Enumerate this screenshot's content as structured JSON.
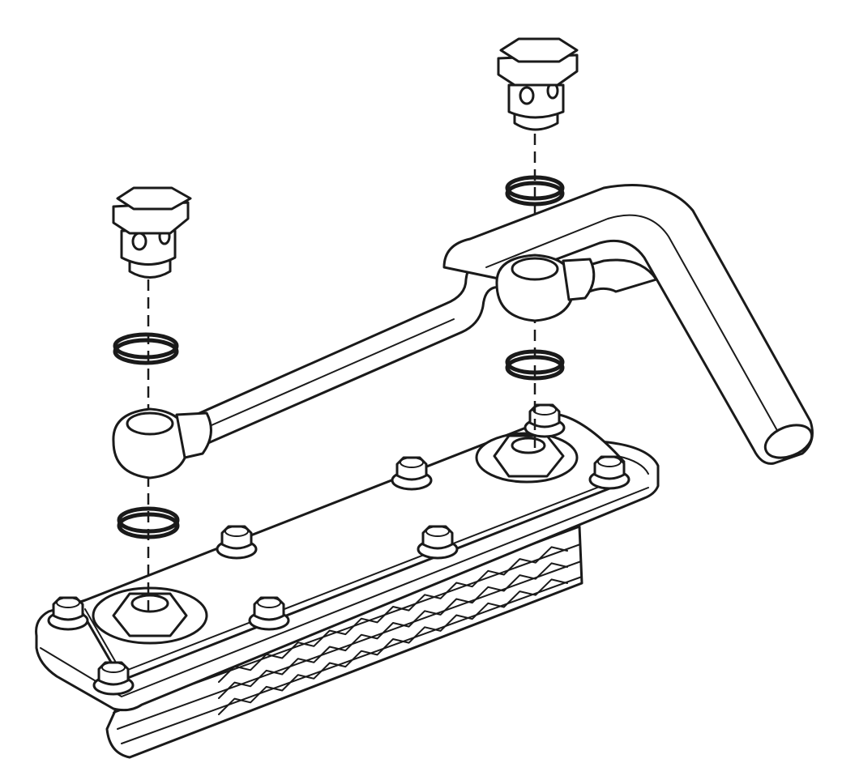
{
  "diagram": {
    "kind": "exploded-view line drawing",
    "colors": {
      "line": "#1a1a1a",
      "background": "#ffffff"
    },
    "parts": [
      {
        "id": "banjo-bolt-left"
      },
      {
        "id": "banjo-bolt-right"
      },
      {
        "id": "sealing-washer",
        "count": 4
      },
      {
        "id": "banjo-fitting",
        "count": 2
      },
      {
        "id": "oil-line-pipe"
      },
      {
        "id": "oil-cooler"
      },
      {
        "id": "cooler-mounting-bolt",
        "count": 8
      }
    ]
  }
}
